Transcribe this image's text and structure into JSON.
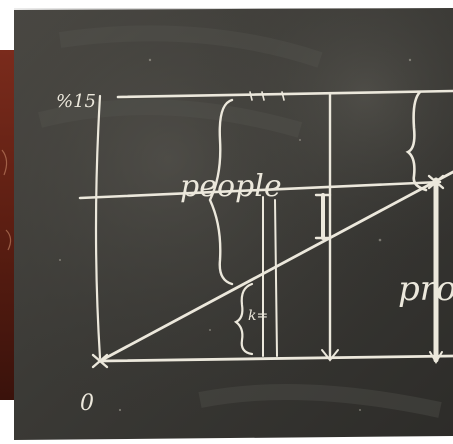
{
  "scene": {
    "kind": "photo of chalkboard with hand-drawn diagram",
    "board_color": "#3f3d38",
    "chalk_color": "#ece8dc",
    "left_wall_color": "#6b2418"
  },
  "labels": {
    "top_left": "%15",
    "origin": "0",
    "people": "people",
    "k_mark": "k=",
    "right_partial": "pro"
  }
}
